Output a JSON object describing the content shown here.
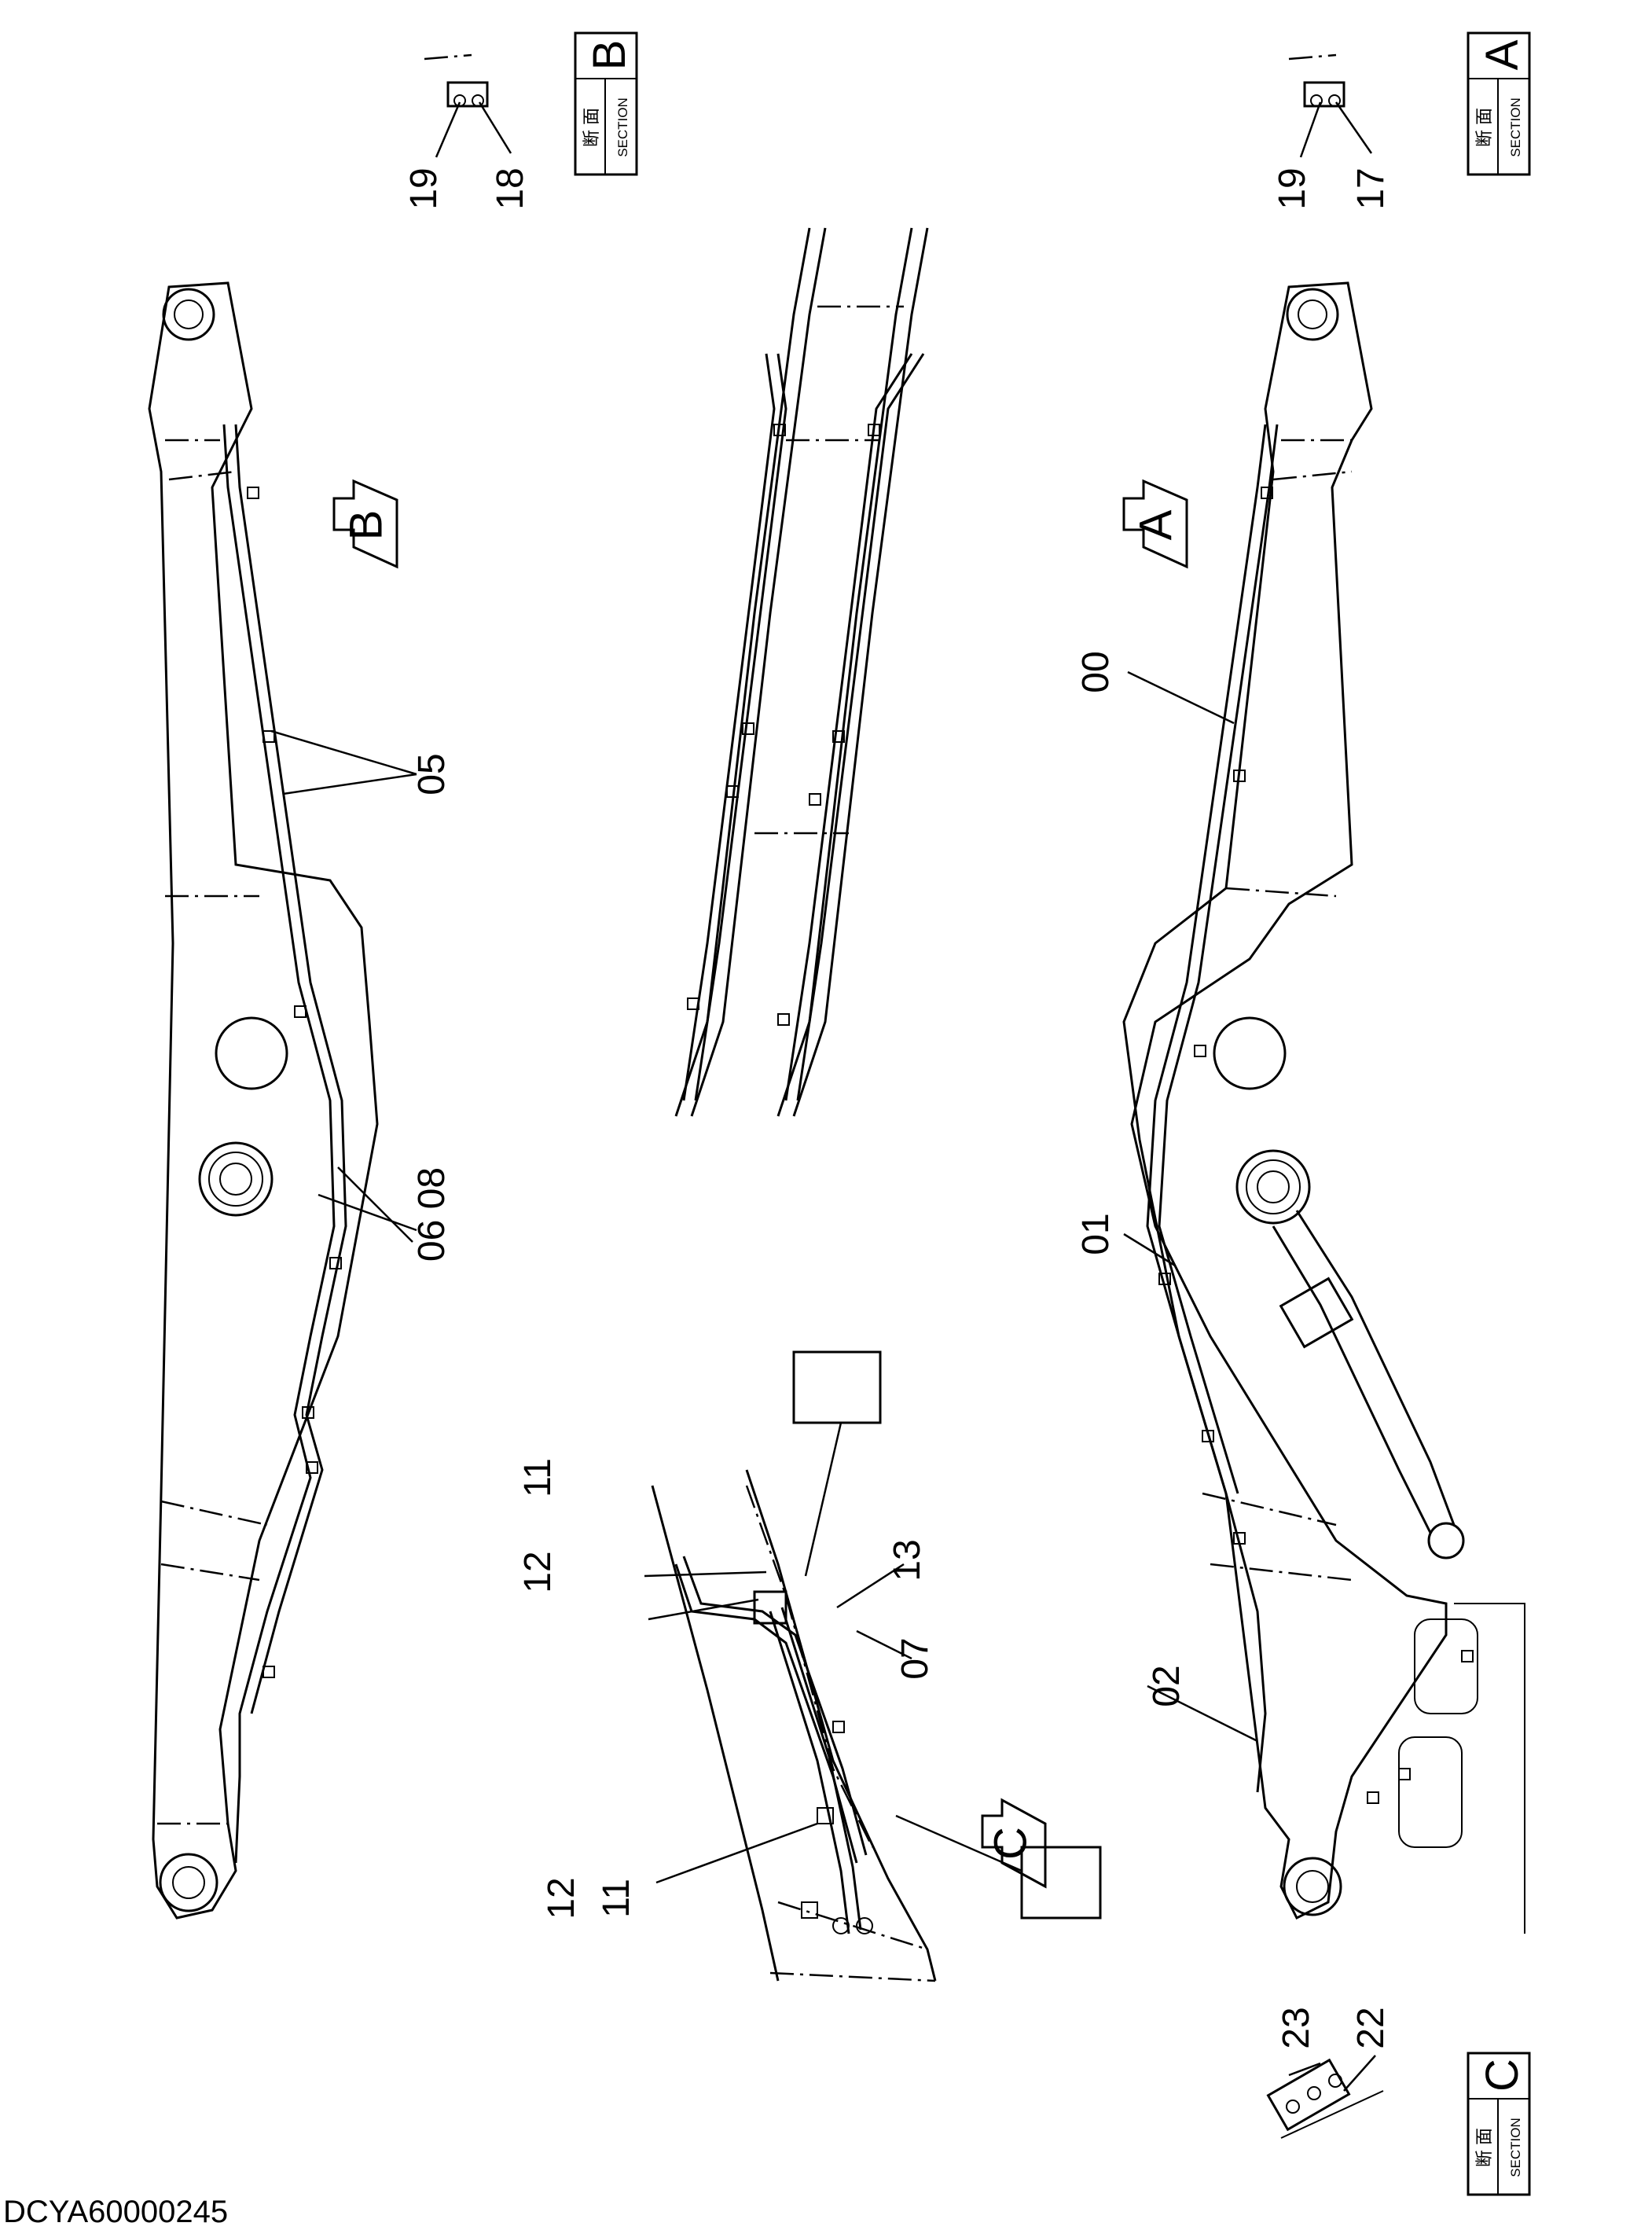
{
  "document_id": "DCYA60000245",
  "sections": [
    {
      "id": "section-b",
      "kanji": "断 面",
      "word": "SECTION",
      "letter": "B"
    },
    {
      "id": "section-a",
      "kanji": "断 面",
      "word": "SECTION",
      "letter": "A"
    },
    {
      "id": "section-c",
      "kanji": "断 面",
      "word": "SECTION",
      "letter": "C"
    }
  ],
  "view_arrows": [
    {
      "id": "view-arrow-b",
      "letter": "B"
    },
    {
      "id": "view-arrow-a",
      "letter": "A"
    },
    {
      "id": "view-arrow-c",
      "letter": "C"
    }
  ],
  "callouts": {
    "c19_b": "19",
    "c18": "18",
    "c19_a": "19",
    "c17": "17",
    "c05": "05",
    "c06_08": "06 08",
    "c00": "00",
    "c01": "01",
    "c02": "02",
    "c11_top": "11",
    "c12_top": "12",
    "c13": "13",
    "c07": "07",
    "c12_bottom": "12",
    "c11_bottom": "11",
    "c23": "23",
    "c22": "22"
  }
}
